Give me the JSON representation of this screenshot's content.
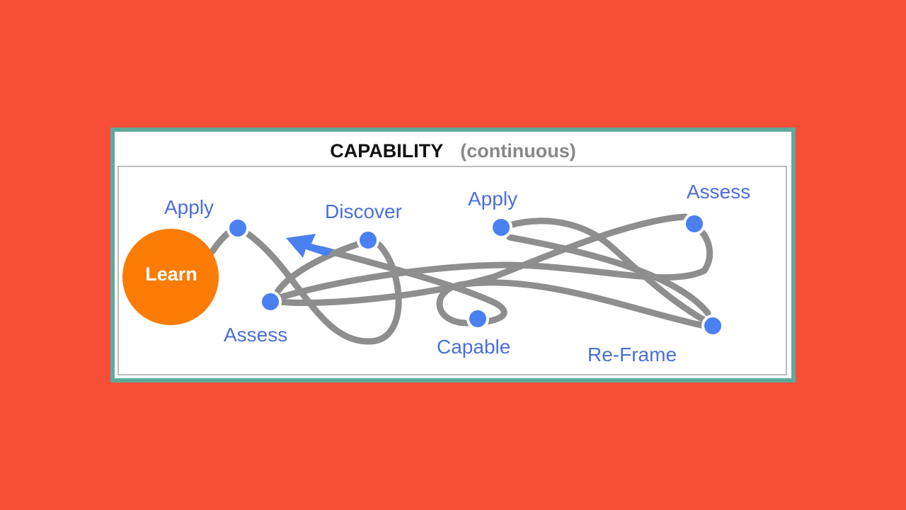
{
  "title": {
    "main": "CAPABILITY",
    "sub": "(continuous)"
  },
  "colors": {
    "background": "#f74e38",
    "frame": "#5daa9c",
    "node": "#4a80f0",
    "learn": "#fb7c05",
    "path": "#8e8e8e",
    "label": "#4a6fdc"
  },
  "learn": {
    "label": "Learn"
  },
  "nodes": [
    {
      "label": "Apply"
    },
    {
      "label": "Discover"
    },
    {
      "label": "Apply"
    },
    {
      "label": "Assess"
    },
    {
      "label": "Assess"
    },
    {
      "label": "Capable"
    },
    {
      "label": "Re-Frame"
    }
  ]
}
